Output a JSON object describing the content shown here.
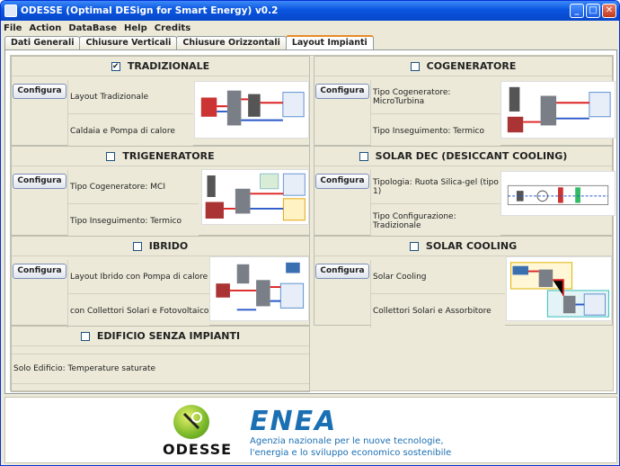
{
  "window": {
    "title": "ODESSE (Optimal DESign for Smart Energy) v0.2"
  },
  "menu": [
    "File",
    "Action",
    "DataBase",
    "Help",
    "Credits"
  ],
  "tabs": [
    "Dati Generali",
    "Chiusure Verticali",
    "Chiusure Orizzontali",
    "Layout Impianti"
  ],
  "active_tab": "Layout Impianti",
  "configure_label": "Configura",
  "sections": [
    {
      "id": "tradizionale",
      "title": "TRADIZIONALE",
      "checked": true,
      "row1": "Layout Tradizionale",
      "row2": "Caldaia e Pompa di calore"
    },
    {
      "id": "cogeneratore",
      "title": "COGENERATORE",
      "checked": false,
      "row1": "Tipo Cogeneratore: MicroTurbina",
      "row2": "Tipo Inseguimento: Termico"
    },
    {
      "id": "trigeneratore",
      "title": "TRIGENERATORE",
      "checked": false,
      "row1": "Tipo Cogeneratore: MCI",
      "row2": "Tipo Inseguimento: Termico"
    },
    {
      "id": "solar-dec",
      "title": "SOLAR DEC (DESICCANT COOLING)",
      "checked": false,
      "row1": "Tipologia: Ruota Silica-gel  (tipo 1)",
      "row2": "Tipo Configurazione: Tradizionale"
    },
    {
      "id": "ibrido",
      "title": "IBRIDO",
      "checked": false,
      "row1": "Layout Ibrido con Pompa di calore",
      "row2": "con Collettori Solari e Fotovoltaico"
    },
    {
      "id": "solar-cooling",
      "title": "SOLAR COOLING",
      "checked": false,
      "row1": "Solar Cooling",
      "row2": "Collettori Solari e Assorbitore"
    }
  ],
  "edificio": {
    "title": "EDIFICIO SENZA IMPIANTI",
    "checked": false,
    "row1": "Solo Edificio: Temperature saturate"
  },
  "footer": {
    "odesse_logo_text": "ODESSE",
    "enea_logo_text": "ENEA",
    "enea_line1": "Agenzia nazionale per le nuove tecnologie,",
    "enea_line2": "l'energia e lo sviluppo economico sostenibile"
  }
}
